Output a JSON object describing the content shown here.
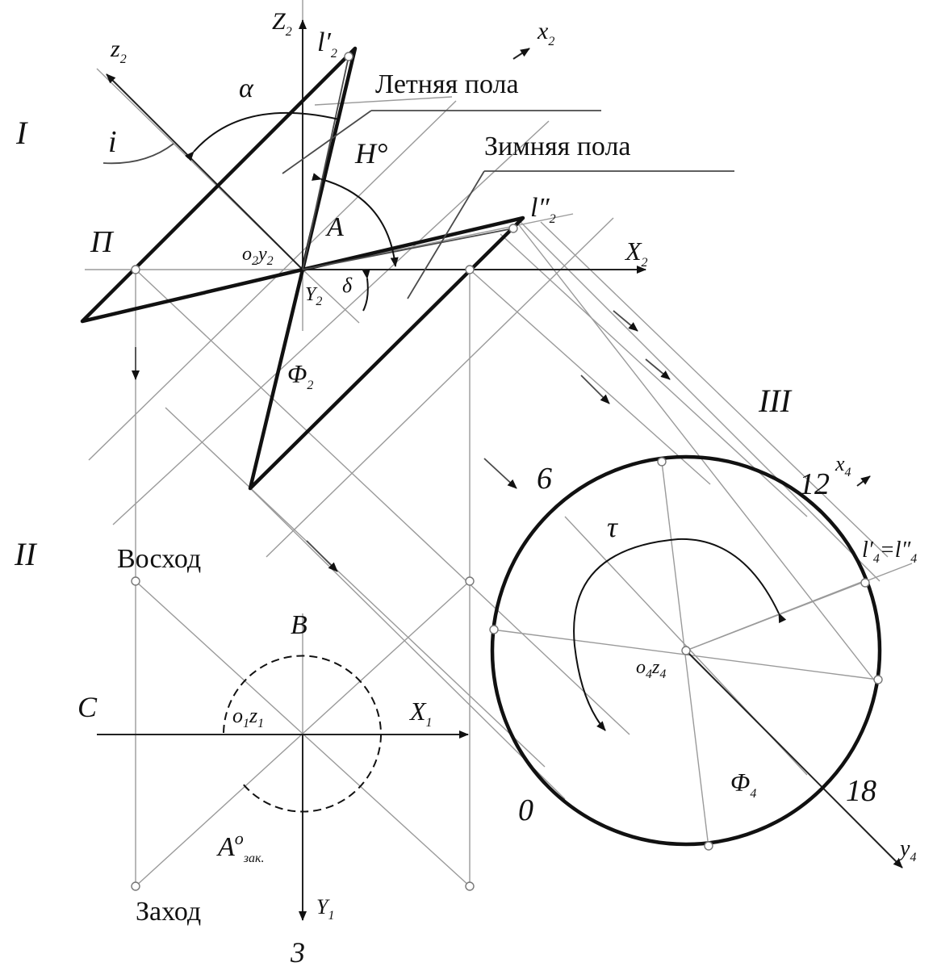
{
  "labels": {
    "region_I": "I",
    "region_II_top": "П",
    "region_II": "II",
    "region_III": "III",
    "region_3": "3",
    "Z2": "Z",
    "Z2_sub": "2",
    "z2": "z",
    "z2_sub": "2",
    "x2": "x",
    "x2_sub": "2",
    "X2": "X",
    "X2_sub": "2",
    "Y2": "Y",
    "Y2_sub": "2",
    "o2y2": "o",
    "o2y2_sub": "2",
    "o2y2_y": "y",
    "l2_top": "l′",
    "l2_top_sub": "2",
    "l2_right": "l″",
    "l2_right_sub": "2",
    "alpha": "α",
    "i": "i",
    "H": "H°",
    "A": "A",
    "delta": "δ",
    "Phi2": "Φ",
    "Phi2_sub": "2",
    "summer": "Летняя пола",
    "winter": "Зимняя пола",
    "sunrise": "Восход",
    "sunset": "Заход",
    "B": "B",
    "C": "C",
    "X1": "X",
    "X1_sub": "1",
    "Y1": "Y",
    "Y1_sub": "1",
    "o1z1": "o",
    "o1z1_sub": "1",
    "o1z1_z": "z",
    "A_zak": "A",
    "A_zak_sup": "o",
    "A_zak_sub": "зак.",
    "o4z4": "o",
    "o4z4_sub": "4",
    "o4z4_z": "z",
    "x4": "x",
    "x4_sub": "4",
    "y4": "y",
    "y4_sub": "4",
    "l4": "l′",
    "l4_sub": "4",
    "l4_eq": "=l″",
    "Phi4": "Φ",
    "Phi4_sub": "4",
    "tau": "τ",
    "h6": "6",
    "h12": "12",
    "h18": "18",
    "h0": "0"
  }
}
